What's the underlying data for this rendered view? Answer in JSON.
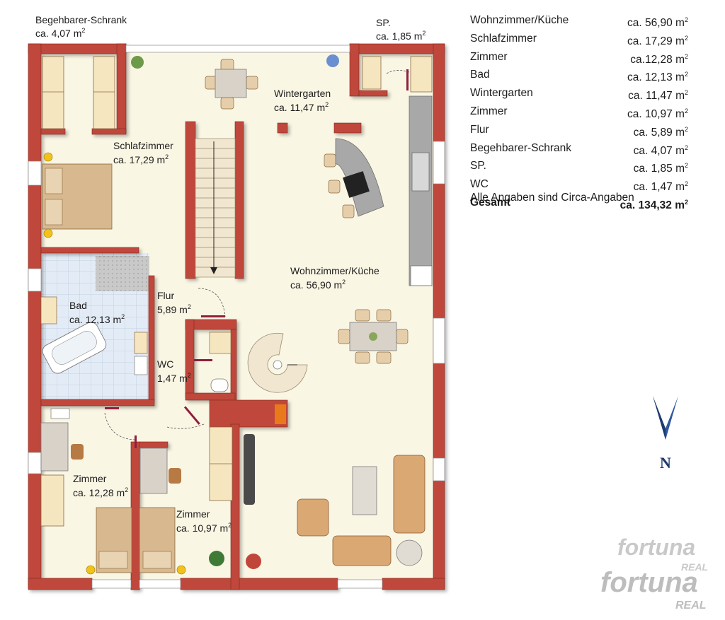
{
  "rooms": [
    {
      "id": "begehbarer-schrank",
      "name": "Begehbarer-Schrank",
      "area": "ca. 4,07 m"
    },
    {
      "id": "sp",
      "name": "SP.",
      "area": "ca. 1,85 m"
    },
    {
      "id": "wintergarten",
      "name": "Wintergarten",
      "area": "ca. 11,47 m"
    },
    {
      "id": "schlafzimmer",
      "name": "Schlafzimmer",
      "area": "ca. 17,29 m"
    },
    {
      "id": "wohnzimmer",
      "name": "Wohnzimmer/Küche",
      "area": "ca. 56,90 m"
    },
    {
      "id": "bad",
      "name": "Bad",
      "area": "ca. 12,13 m"
    },
    {
      "id": "flur",
      "name": "Flur",
      "area": "5,89 m"
    },
    {
      "id": "wc",
      "name": "WC",
      "area": "1,47 m"
    },
    {
      "id": "zimmer-1",
      "name": "Zimmer",
      "area": "ca. 12,28 m"
    },
    {
      "id": "zimmer-2",
      "name": "Zimmer",
      "area": "ca. 10,97 m"
    }
  ],
  "area_table": {
    "rows": [
      {
        "name": "Wohnzimmer/Küche",
        "area": "ca. 56,90 m"
      },
      {
        "name": "Schlafzimmer",
        "area": "ca. 17,29 m"
      },
      {
        "name": "Zimmer",
        "area": "ca.12,28 m"
      },
      {
        "name": "Bad",
        "area": "ca. 12,13 m"
      },
      {
        "name": "Wintergarten",
        "area": "ca. 11,47 m"
      },
      {
        "name": "Zimmer",
        "area": "ca. 10,97 m"
      },
      {
        "name": "Flur",
        "area": "ca. 5,89 m"
      },
      {
        "name": "Begehbarer-Schrank",
        "area": "ca. 4,07 m"
      },
      {
        "name": "SP.",
        "area": "ca. 1,85 m"
      },
      {
        "name": "WC",
        "area": "ca. 1,47 m"
      }
    ],
    "total": {
      "name": "Gesamt",
      "area": "ca. 134,32 m"
    },
    "unit_exponent": "2"
  },
  "note": "Alle Angaben sind Circa-Angaben",
  "north_label": "N",
  "brand": {
    "line1": "fortuna",
    "line2": "REAL"
  },
  "colors": {
    "wall": "#c0463a",
    "floor": "#faf6e4",
    "tile": "#dfe9f4",
    "wood": "#e6ceaa",
    "counter": "#a3a3a3"
  }
}
